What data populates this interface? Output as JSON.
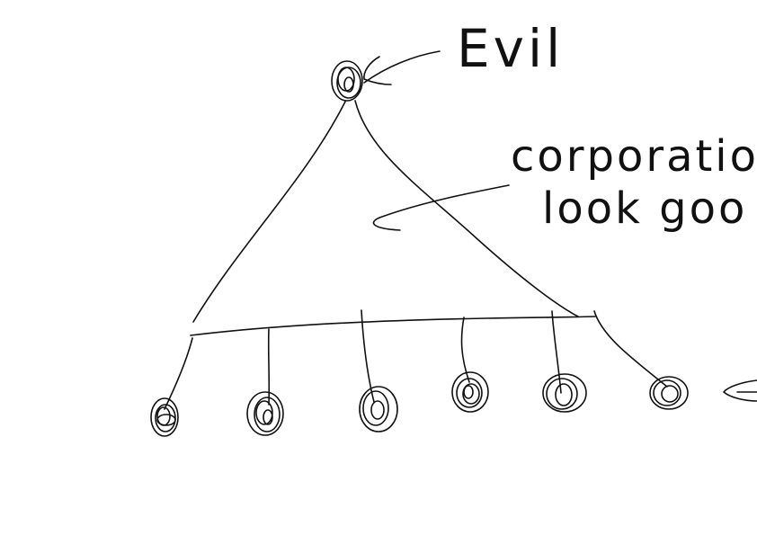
{
  "labels": {
    "top": "Evil",
    "line1": "corporation",
    "line2": "look goo"
  },
  "colors": {
    "ink": "#111111",
    "background": "#ffffff"
  }
}
